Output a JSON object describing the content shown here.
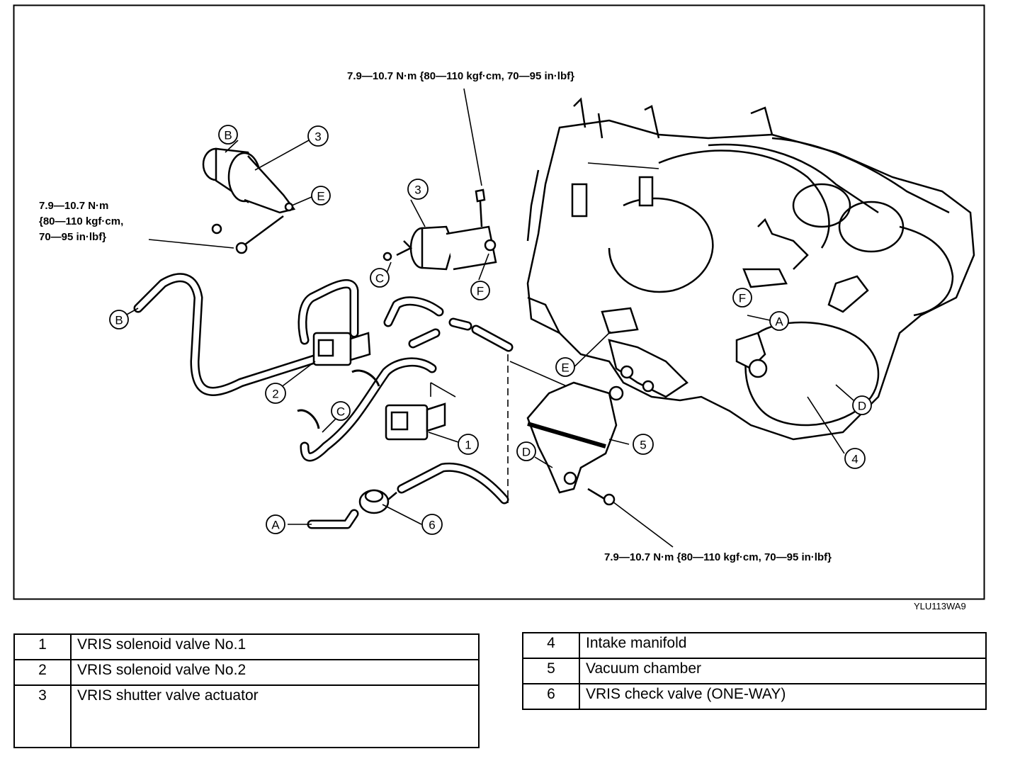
{
  "figure_code": "YLU113WA9",
  "torque_specs": {
    "top": "7.9—10.7 N·m {80—110 kgf·cm, 70—95 in·lbf}",
    "left_line1": "7.9—10.7 N·m",
    "left_line2": "{80—110 kgf·cm,",
    "left_line3": "70—95 in·lbf}",
    "bottom": "7.9—10.7 N·m {80—110 kgf·cm, 70—95 in·lbf}"
  },
  "callouts": {
    "n1": "1",
    "n2": "2",
    "n3a": "3",
    "n3b": "3",
    "n4": "4",
    "n5": "5",
    "n6": "6",
    "a1": "A",
    "a2": "A",
    "b1": "B",
    "b2": "B",
    "c1": "C",
    "c2": "C",
    "d1": "D",
    "d2": "D",
    "e1": "E",
    "e2": "E",
    "f1": "F",
    "f2": "F"
  },
  "legend_left": [
    {
      "num": "1",
      "name": "VRIS solenoid valve No.1"
    },
    {
      "num": "2",
      "name": "VRIS solenoid valve No.2"
    },
    {
      "num": "3",
      "name": "VRIS shutter valve actuator"
    }
  ],
  "legend_right": [
    {
      "num": "4",
      "name": "Intake manifold"
    },
    {
      "num": "5",
      "name": "Vacuum chamber"
    },
    {
      "num": "6",
      "name": "VRIS check valve (ONE-WAY)"
    }
  ],
  "colors": {
    "line": "#000000",
    "background": "#ffffff"
  }
}
